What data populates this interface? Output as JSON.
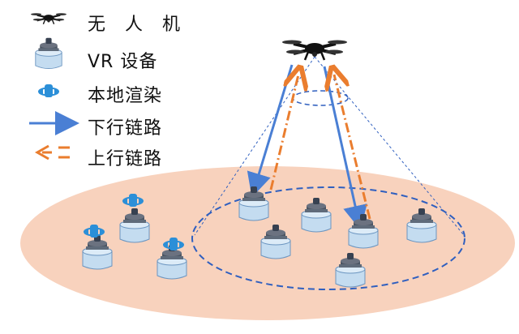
{
  "legend": {
    "drone": "无　人　机",
    "vr_device": "VR 设备",
    "local_render": "本地渲染",
    "downlink": "下行链路",
    "uplink": "上行链路"
  },
  "colors": {
    "ground": "#f8d2bd",
    "downlink": "#4a7fd4",
    "uplink": "#ea7d2e",
    "coverage": "#2f5fbf",
    "device_body": "#4b5563",
    "device_base": "#a9cbe8",
    "render_icon": "#2b8fd8"
  },
  "icons": {
    "drone": "drone-icon",
    "vr_device": "vr-headset-icon",
    "local_render": "render-rotate-icon"
  }
}
